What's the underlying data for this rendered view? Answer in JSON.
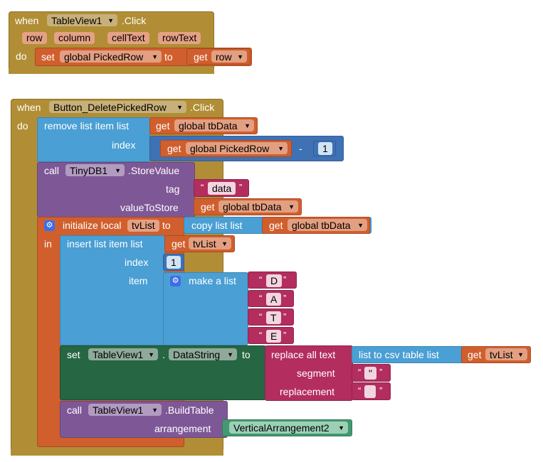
{
  "event1": {
    "when": "when",
    "component": "TableView1",
    "event": ".Click",
    "params": [
      "row",
      "column",
      "cellText",
      "rowText"
    ],
    "do": "do",
    "set": "set",
    "set_var": "global PickedRow",
    "to": "to",
    "get": "get",
    "get_var": "row"
  },
  "event2": {
    "when": "when",
    "component": "Button_DeletePickedRow",
    "event": ".Click",
    "do": "do",
    "remove": {
      "label": "remove list item  list",
      "get": "get",
      "list_var": "global tbData",
      "index_label": "index",
      "get2": "get",
      "index_var": "global PickedRow",
      "minus": "-",
      "number": "1"
    },
    "store": {
      "call": "call",
      "component": "TinyDB1",
      "method": ".StoreValue",
      "tag_label": "tag",
      "tag_value": "data",
      "value_label": "valueToStore",
      "get": "get",
      "value_var": "global tbData"
    },
    "init_local": {
      "label": "initialize local",
      "var_name": "tvList",
      "to": "to",
      "copy_label": "copy list  list",
      "get": "get",
      "copy_var": "global tbData",
      "in": "in"
    },
    "insert": {
      "label": "insert list item  list",
      "get": "get",
      "list_var": "tvList",
      "index_label": "index",
      "index_value": "1",
      "item_label": "item",
      "make_list": "make a list",
      "letters": [
        "D",
        "A",
        "T",
        "E"
      ]
    },
    "set_prop": {
      "set": "set",
      "component": "TableView1",
      "dot": ".",
      "property": "DataString",
      "to": "to",
      "replace": "replace all text",
      "csv": "list to csv table  list",
      "get": "get",
      "csv_var": "tvList",
      "segment_label": "segment",
      "segment_value": "\"",
      "replacement_label": "replacement",
      "replacement_value": ""
    },
    "build": {
      "call": "call",
      "component": "TableView1",
      "method": ".BuildTable",
      "arrangement_label": "arrangement",
      "arrangement_value": "VerticalArrangement2"
    }
  },
  "dropdown_arrow": "▼",
  "gear_glyph": "⚙",
  "open_quote": "“",
  "close_quote": "”"
}
